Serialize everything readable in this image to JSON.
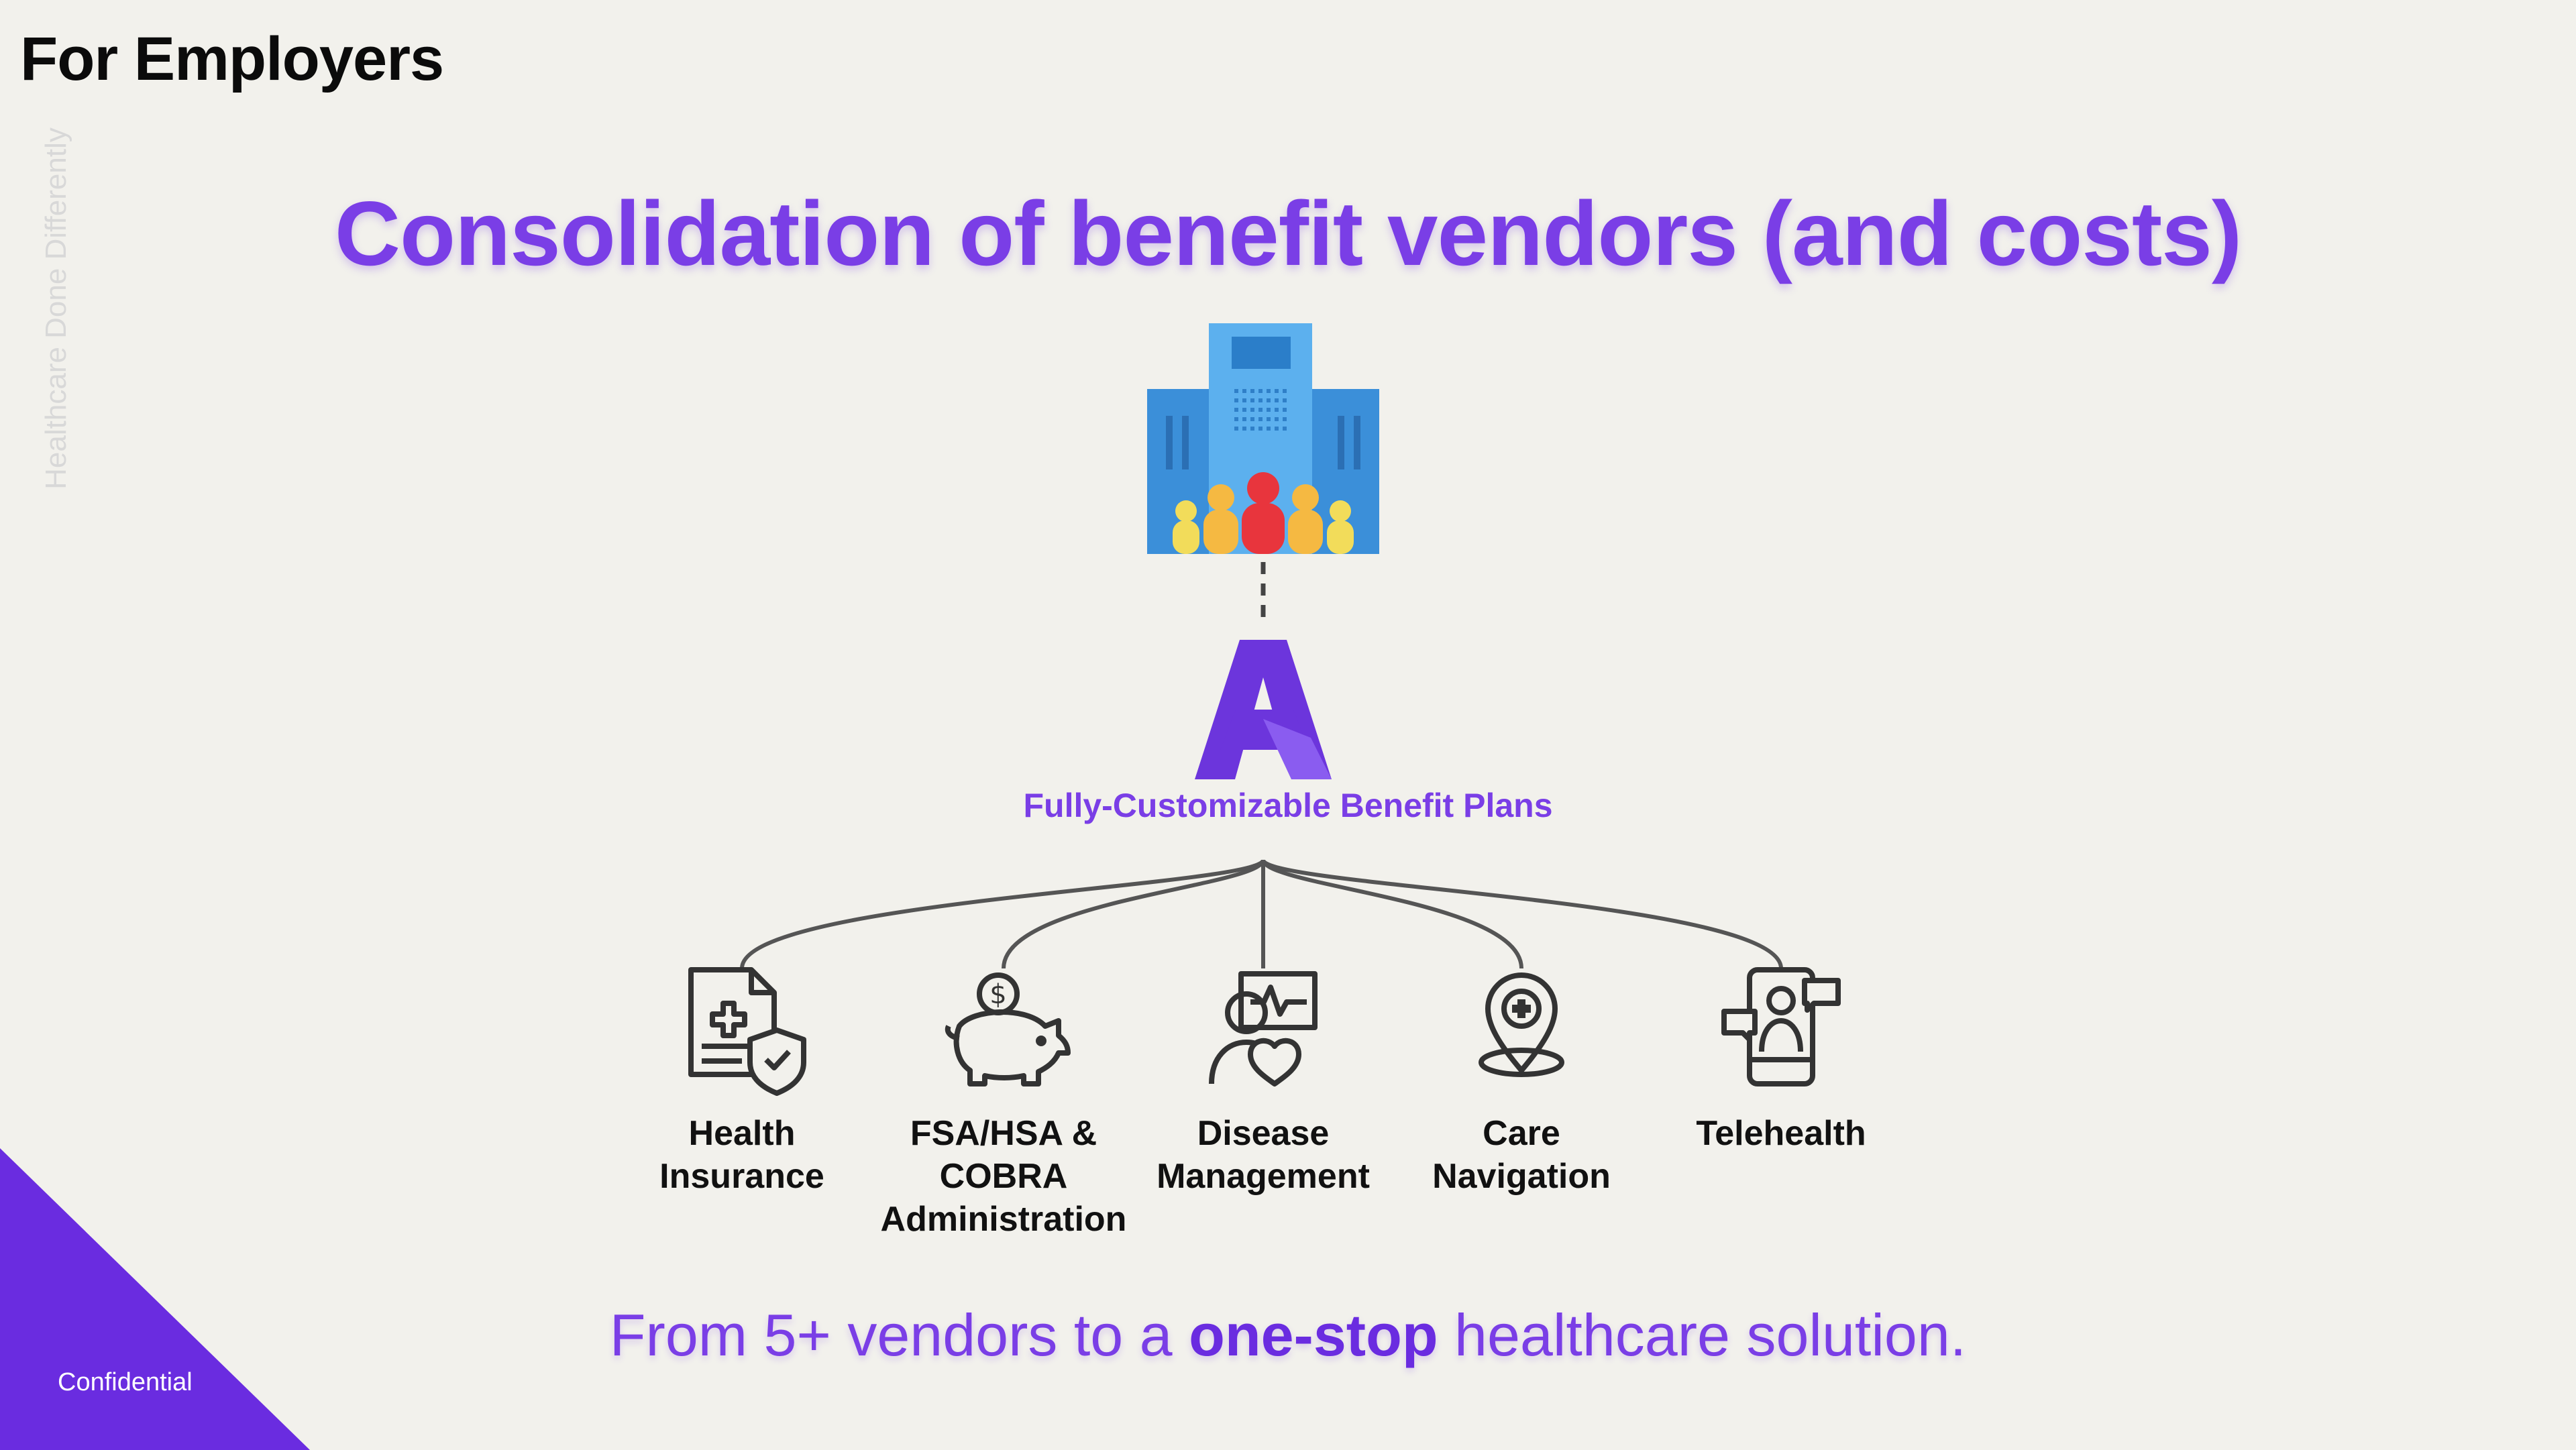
{
  "header": {
    "eyebrow": "For Employers",
    "side_tag": "Healthcare Done Differently",
    "title": "Consolidation of benefit vendors (and costs)"
  },
  "diagram": {
    "hub_label": "Fully-Customizable Benefit Plans",
    "vendors": [
      {
        "id": "health-insurance",
        "label_lines": [
          "Health",
          "Insurance"
        ],
        "icon": "medical-document-shield-icon"
      },
      {
        "id": "fsa-hsa-cobra",
        "label_lines": [
          "FSA/HSA &",
          "COBRA",
          "Administration"
        ],
        "icon": "piggy-bank-dollar-icon"
      },
      {
        "id": "disease-management",
        "label_lines": [
          "Disease",
          "Management"
        ],
        "icon": "patient-monitor-heart-icon"
      },
      {
        "id": "care-navigation",
        "label_lines": [
          "Care",
          "Navigation"
        ],
        "icon": "location-pin-cross-icon"
      },
      {
        "id": "telehealth",
        "label_lines": [
          "Telehealth"
        ],
        "icon": "phone-doctor-chat-icon"
      }
    ]
  },
  "footer": {
    "tagline_before": "From 5+ vendors to a ",
    "tagline_bold": "one-stop",
    "tagline_after": " healthcare solution.",
    "confidential": "Confidential"
  },
  "colors": {
    "background": "#f2f1ec",
    "accent_purple": "#7a3ee6",
    "corner_purple": "#6a2ce0",
    "building_blue": "#4aa3e8",
    "icon_stroke": "#333333"
  }
}
